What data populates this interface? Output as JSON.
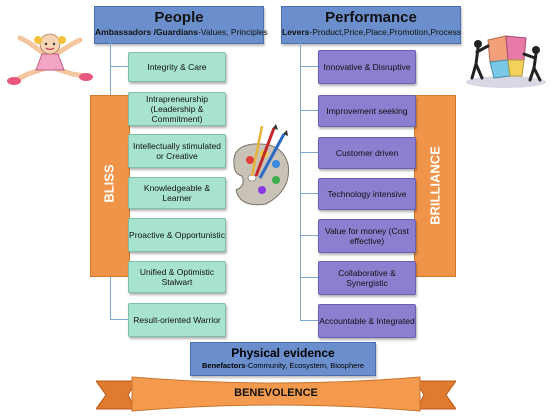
{
  "people": {
    "title": "People",
    "subtitle_bold": "Ambassadors /Guardians",
    "subtitle_rest": "-Values, Principles",
    "items": [
      "Integrity & Care",
      "Intrapreneurship (Leadership & Commitment)",
      "Intellectually stimulated or Creative",
      "Knowledgeable & Learner",
      "Proactive & Opportunistic",
      "Unified & Optimistic Stalwart",
      "Result-oriented Warrior"
    ]
  },
  "performance": {
    "title": "Performance",
    "subtitle_bold": "Levers",
    "subtitle_rest": "-Product,Price,Place,Promotion,Process",
    "items": [
      "Innovative & Disruptive",
      "Improvement seeking",
      "Customer driven",
      "Technology intensive",
      "Value for money (Cost effective)",
      "Collaborative & Synergistic",
      "Accountable & Integrated"
    ]
  },
  "bliss": {
    "label": "BLISS"
  },
  "brilliance": {
    "label": "BRILLIANCE"
  },
  "physical": {
    "title": "Physical evidence",
    "subtitle_bold": "Benefactors",
    "subtitle_rest": "-Community, Ecosystem, Biosphere"
  },
  "benevolence": {
    "label": "BENEVOLENCE"
  },
  "colors": {
    "header_blue": "#6a8fcc",
    "people_box": "#a8e3cf",
    "performance_box": "#8b7fd0",
    "orange": "#f0944a"
  },
  "icons": [
    "jumping-girl-icon",
    "palette-icon",
    "puzzle-people-icon"
  ]
}
